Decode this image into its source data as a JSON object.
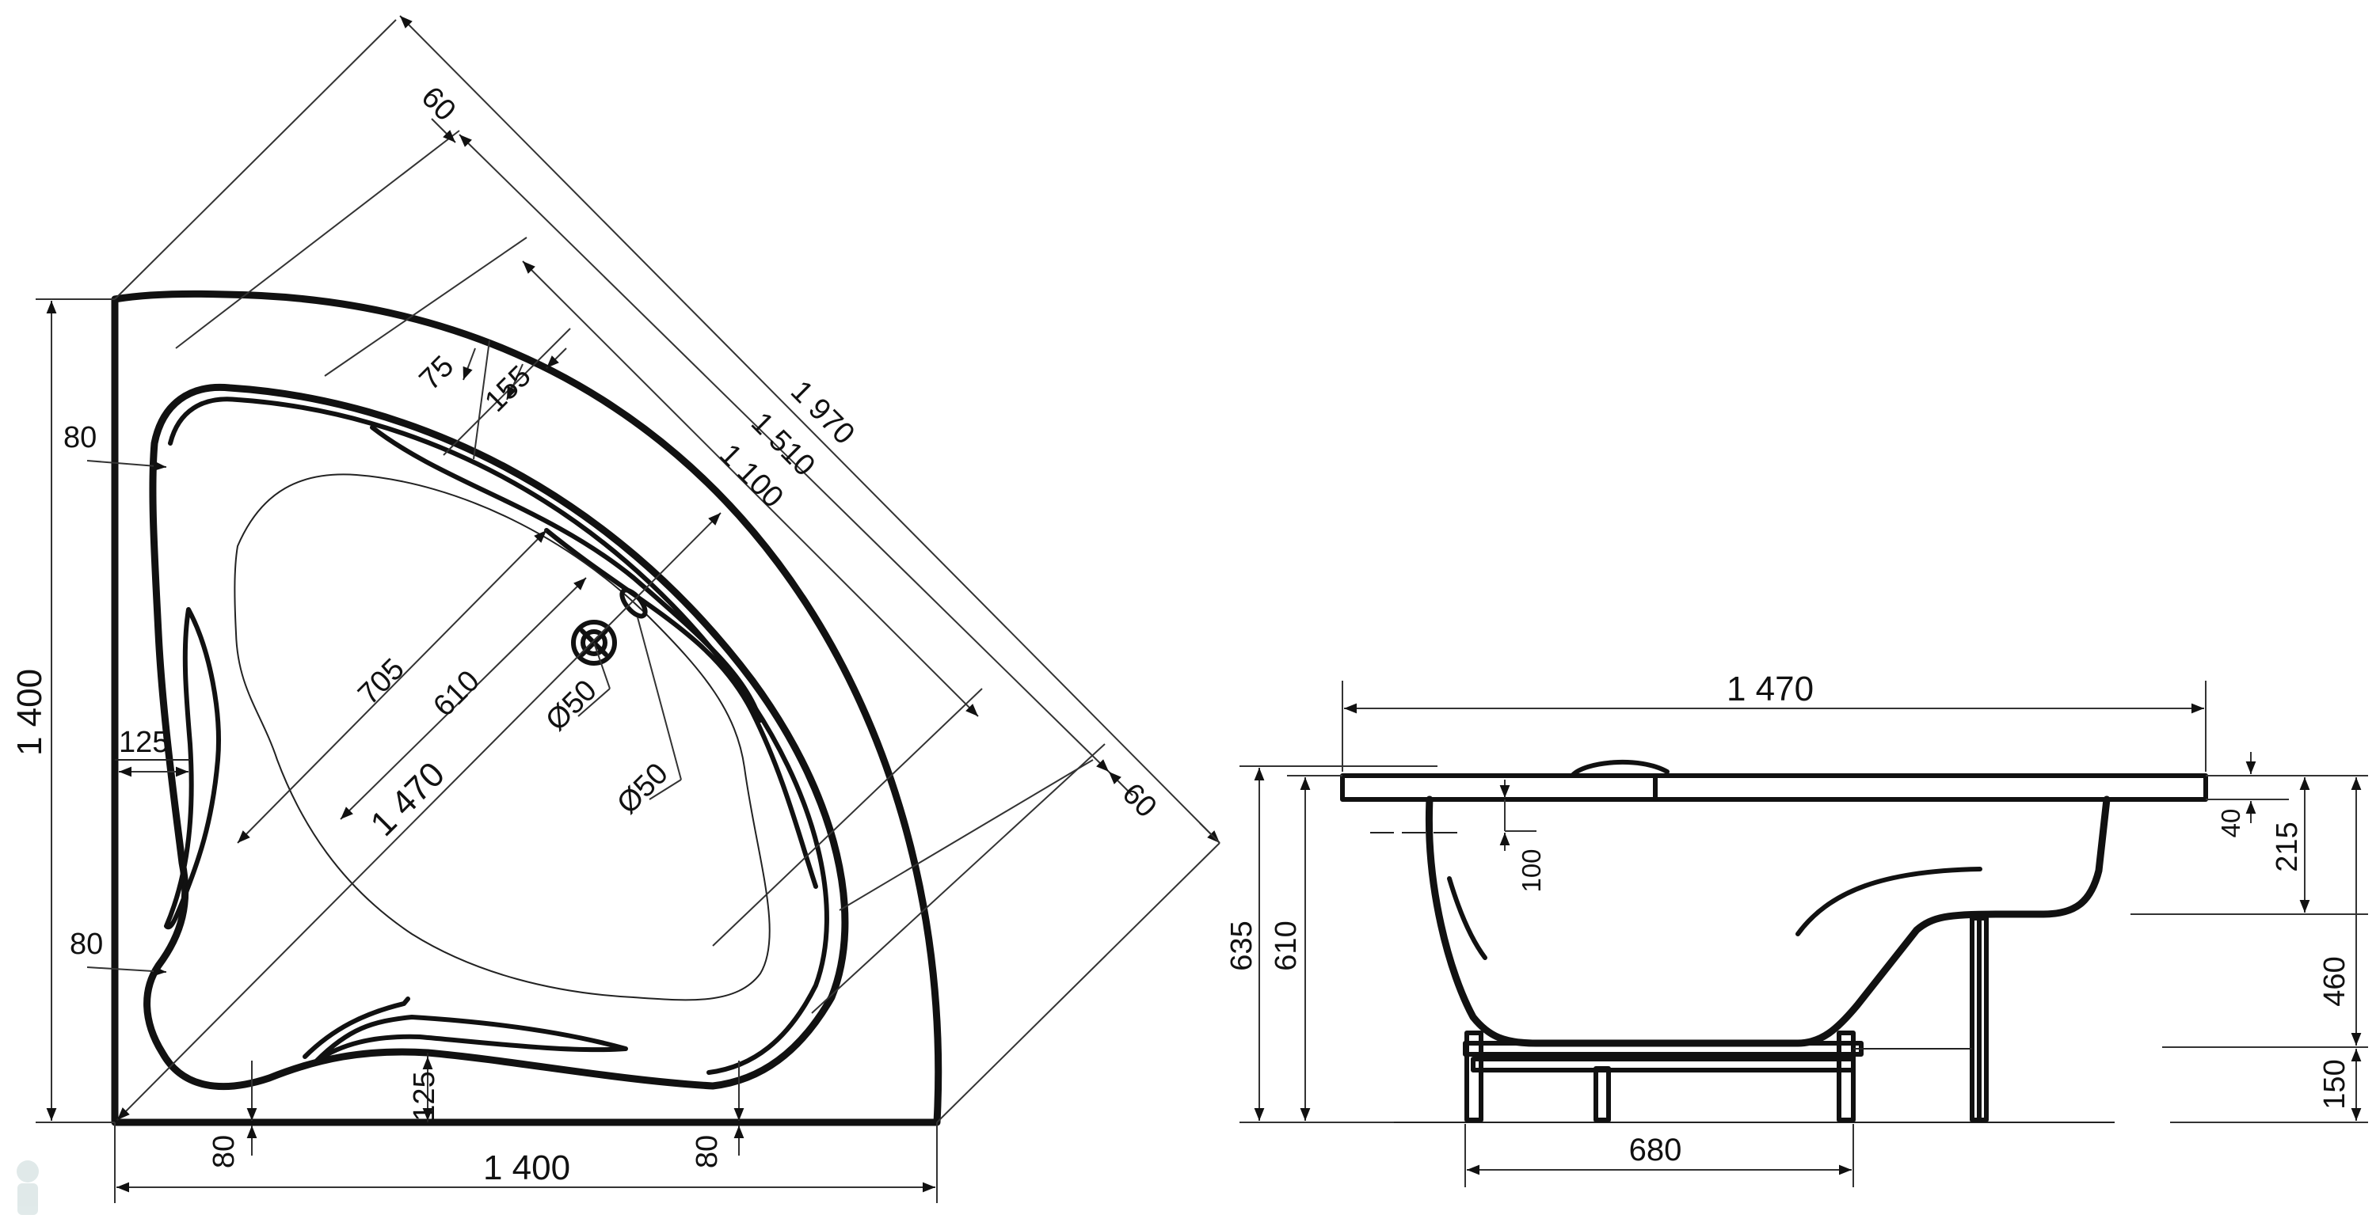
{
  "top_view": {
    "dimensions": {
      "diag_1970": "1 970",
      "diag_1510": "1 510",
      "diag_1100": "1 100",
      "top_60": "60",
      "right_60": "60",
      "rim_75": "75",
      "rim_155": "155",
      "side_80_upper": "80",
      "side_80_lower": "80",
      "side_125": "125",
      "bottom_80_left": "80",
      "bottom_80_right": "80",
      "bottom_125": "125",
      "inner_705": "705",
      "inner_610": "610",
      "inner_1470": "1 470",
      "drain_50_a": "Ø50",
      "drain_50_b": "Ø50",
      "height_1400": "1 400",
      "width_1400": "1 400"
    }
  },
  "side_view": {
    "dimensions": {
      "length_1470": "1 470",
      "height_635": "635",
      "height_610": "610",
      "depth_100": "100",
      "rim_40": "40",
      "seg_215": "215",
      "seg_460": "460",
      "seg_150": "150",
      "frame_680": "680"
    }
  }
}
